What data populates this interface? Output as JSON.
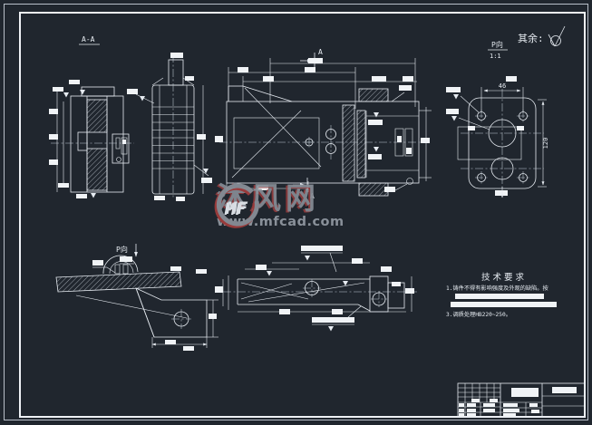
{
  "sheet": {
    "background": "#20262e",
    "line_color": "#e6ebf1",
    "watermark_red": "#a23d3d"
  },
  "notes": {
    "surface_default_label": "其余:"
  },
  "labels": {
    "section_aa": "A-A",
    "section_arrow": "A",
    "view_p": "P向",
    "view_p_scale": "1:1",
    "view_p_bottom": "P向"
  },
  "dimensions": {
    "plate_hole_spacing": "46",
    "plate_height": "120"
  },
  "tech_requirements": {
    "title": "技术要求",
    "line1": "1.铸件不得有影响强度及外观的缺陷。按",
    "line3": "3.调质处理HB220~250。"
  },
  "watermark": {
    "logo_text": "MF",
    "site_name": "沐风网",
    "site_url": "www.mfcad.com"
  }
}
